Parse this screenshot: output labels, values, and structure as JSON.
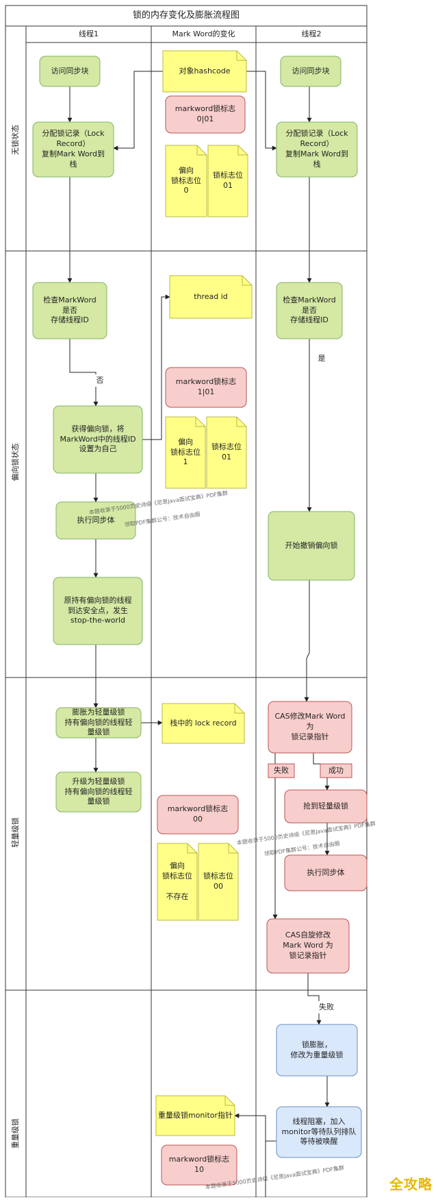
{
  "title": "锁的内存变化及膨胀流程图",
  "columns": [
    "线程1",
    "Mark Word的变化",
    "线程2"
  ],
  "lanes": [
    "无锁状态",
    "偏向锁状态",
    "轻量级锁",
    "重量级锁"
  ],
  "nodes": {
    "t1_visit": "访问同步块",
    "t1_alloc": "分配锁记录（Lock\nRecord）\n复制Mark Word到\n栈",
    "mw_hashcode": "对象hashcode",
    "mw_flag_0_01": "markword锁标志\n0|01",
    "mw_bias0_a": "偏向\n锁标志位\n0",
    "mw_bias0_b": "锁标志位\n01",
    "t2_visit": "访问同步块",
    "t2_alloc": "分配锁记录（Lock\nRecord）\n复制Mark Word到\n栈",
    "t1_check": "检查MarkWord\n是否\n存储线程ID",
    "mw_threadid": "thread id",
    "t2_check": "检查MarkWord\n是否\n存储线程ID",
    "label_no": "否",
    "label_yes": "是",
    "mw_flag_1_01": "markword锁标志\n1|01",
    "t1_get_bias": "获得偏向锁，将\nMarkWord中的线程ID\n设置为自己",
    "mw_bias1_a": "偏向\n锁标志位\n1",
    "mw_bias1_b": "锁标志位\n01",
    "t1_exec1": "执行同步体",
    "t2_revoke": "开始撤销偏向锁",
    "t1_safepoint": "原持有偏向锁的线程\n到达安全点，发生\nstop-the-world",
    "t1_inflate_light": "膨胀为轻量级锁\n持有偏向锁的线程轻\n量级锁",
    "mw_lockrecord": "栈中的 lock record",
    "t2_cas1": "CAS修改Mark Word\n为\n锁记录指针",
    "t1_upgrade": "升级为轻量级锁\n持有偏向锁的线程轻\n量级锁",
    "label_fail1": "失败",
    "label_success": "成功",
    "t2_grab_light": "抢到轻量级锁",
    "mw_flag_00": "markword锁标志\n00",
    "mw_light_a": "偏向\n锁标志位\n\n不存在",
    "mw_light_b": "锁标志位\n00",
    "t2_exec": "执行同步体",
    "t2_cas2": "CAS自旋修改\nMark Word 为\n锁记录指针",
    "label_fail2": "失败",
    "t2_inflate_heavy": "锁膨胀，\n修改为重量级锁",
    "mw_monitor": "重量级锁monitor指针",
    "t2_block": "线程阻塞，加入\nmonitor等待队列排队\n等待被唤醒",
    "mw_flag_10": "markword锁标志\n10"
  },
  "watermarks": [
    "本题收录于5000页史诗级《尼恩Java面试宝典》PDF集群",
    "领取PDF集群公号：技术自由圈"
  ],
  "logo": "全攻略",
  "colors": {
    "green_fill": "#d5e8a4",
    "green_stroke": "#82b366",
    "yellow_fill": "#ffff88",
    "yellow_stroke": "#b9b940",
    "red_fill": "#f8cecc",
    "red_stroke": "#b85450",
    "blue_fill": "#dae8fc",
    "blue_stroke": "#6c8ebf"
  }
}
